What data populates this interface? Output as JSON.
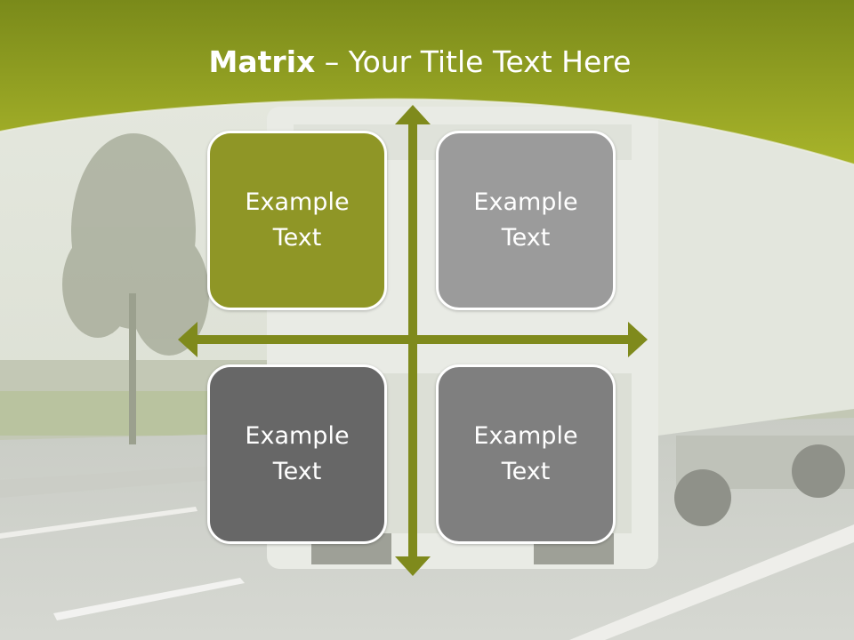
{
  "title": {
    "bold": "Matrix",
    "rest": " – Your Title Text Here"
  },
  "colors": {
    "header_green": "#a3b025",
    "arrow_olive": "#7f8a1c",
    "box1": "#8f9626",
    "box2": "#9b9b9b",
    "box3": "#676767",
    "box4": "#7f7f7f"
  },
  "matrix": {
    "cells": [
      {
        "label": "Example Text"
      },
      {
        "label": "Example Text"
      },
      {
        "label": "Example Text"
      },
      {
        "label": "Example Text"
      }
    ]
  }
}
